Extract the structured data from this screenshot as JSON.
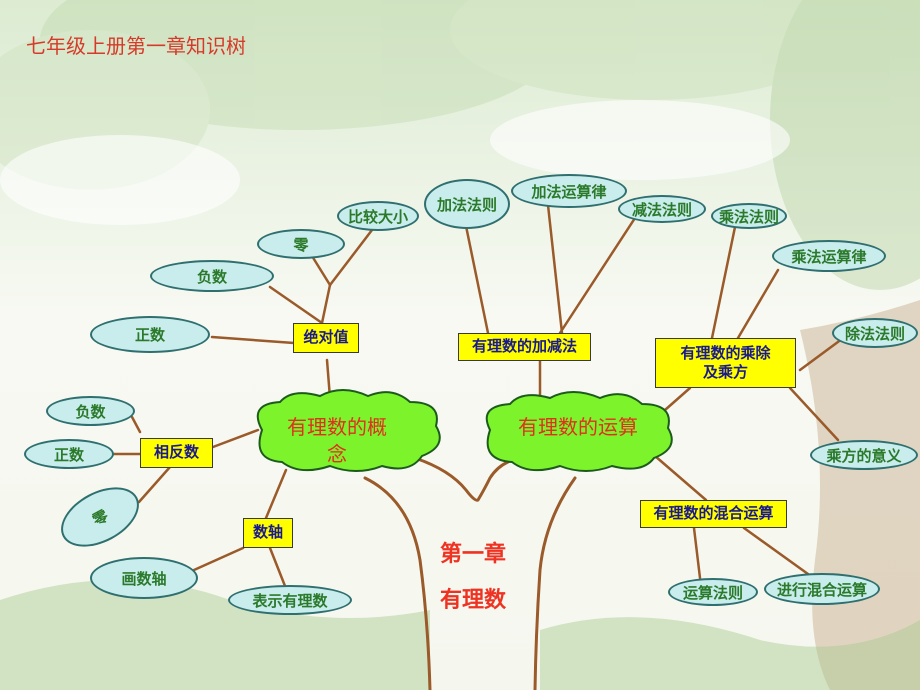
{
  "title": "七年级上册第一章知识树",
  "chapter": {
    "line1": "第一章",
    "line2": "有理数"
  },
  "clouds": {
    "concept": "有理数的概念",
    "operations": "有理数的运算"
  },
  "boxes": {
    "absolute_value": "绝对值",
    "opposite": "相反数",
    "number_line": "数轴",
    "add_sub": "有理数的加减法",
    "mul_div_power": "有理数的乘除及乘方",
    "mixed": "有理数的混合运算"
  },
  "leaves": {
    "compare": "比较大小",
    "zero_top": "零",
    "negative_top": "负数",
    "positive_top": "正数",
    "negative_left": "负数",
    "positive_left": "正数",
    "zero_left": "零",
    "draw_axis": "画数轴",
    "represent": "表示有理数",
    "add_rule": "加法法则",
    "add_law": "加法运算律",
    "sub_rule": "减法法则",
    "mul_rule": "乘法法则",
    "mul_law": "乘法运算律",
    "div_rule": "除法法则",
    "power_meaning": "乘方的意义",
    "op_rule": "运算法则",
    "mixed_op": "进行混合运算"
  }
}
